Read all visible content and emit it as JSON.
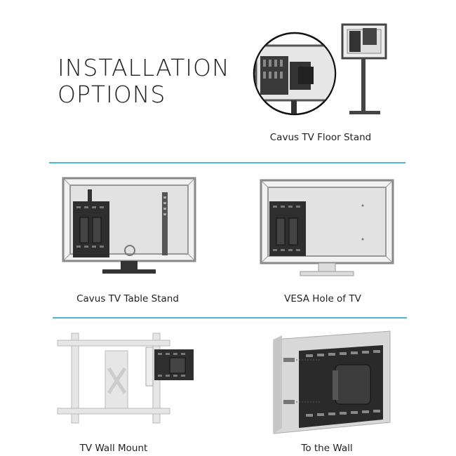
{
  "title": {
    "line1": "INSTALLATION",
    "line2": "OPTIONS"
  },
  "options": [
    {
      "label": "Cavus TV Floor Stand"
    },
    {
      "label": "Cavus TV Table Stand"
    },
    {
      "label": "VESA Hole of TV"
    },
    {
      "label": "TV Wall Mount"
    },
    {
      "label": "To the Wall"
    }
  ],
  "colors": {
    "divider": "#4cb8d4",
    "tv_frame": "#8a8a8a",
    "tv_screen": "#e3e3e3",
    "device_plate": "#2b2b2b",
    "wall": "#d9d9d9"
  }
}
